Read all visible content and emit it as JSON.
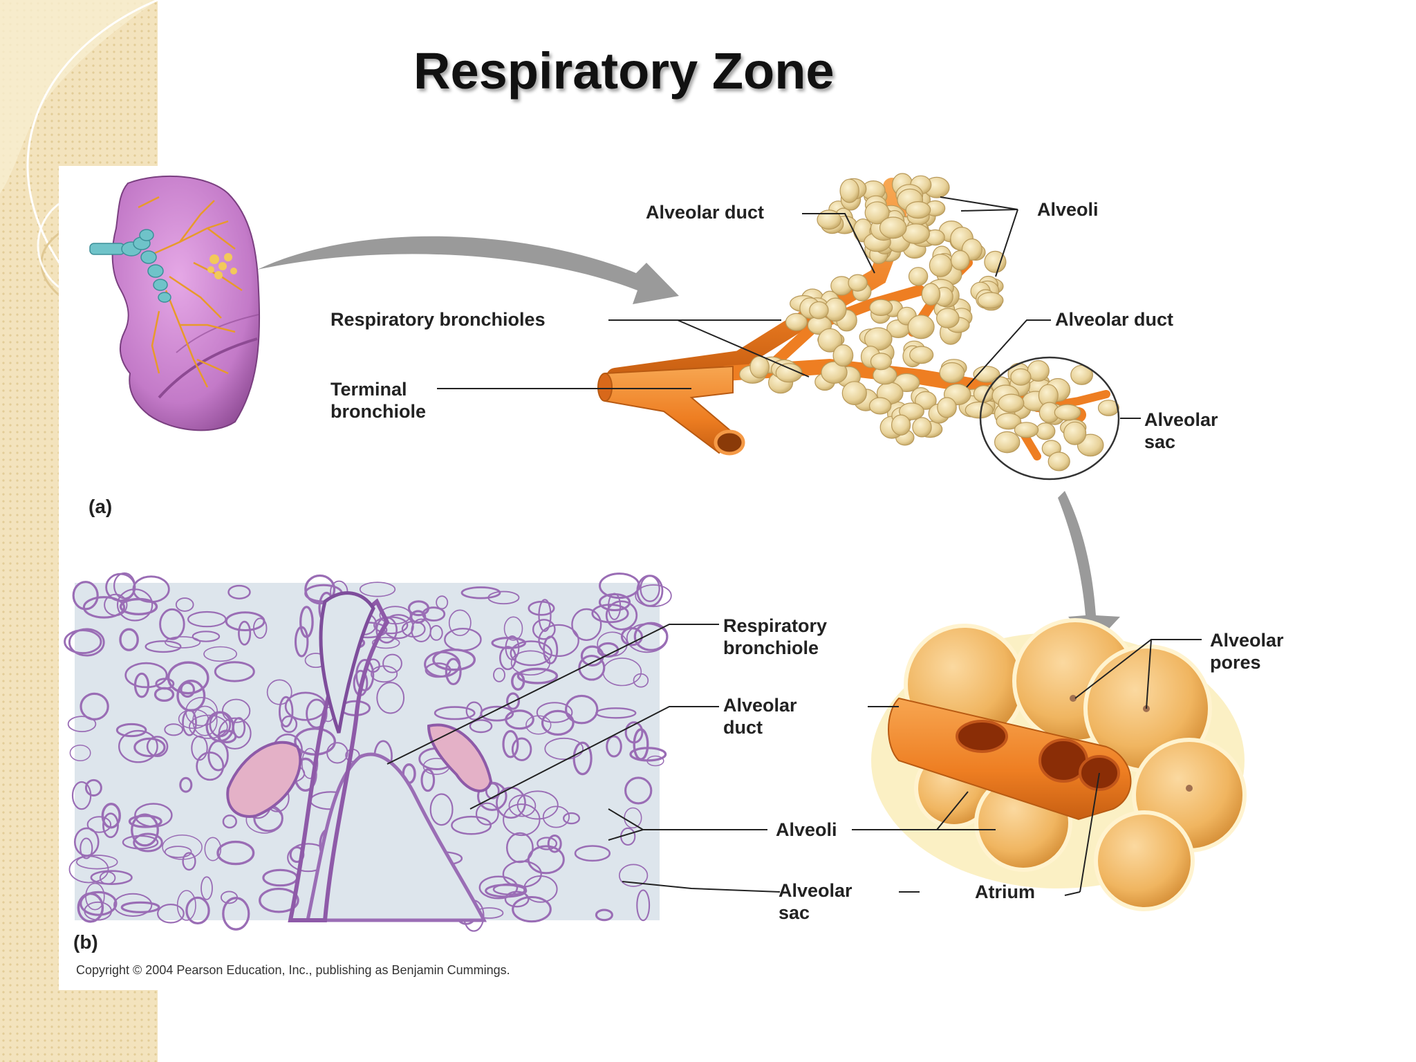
{
  "slide": {
    "title": "Respiratory Zone"
  },
  "figure": {
    "panel_a": "(a)",
    "panel_b": "(b)",
    "copyright": "Copyright © 2004 Pearson Education, Inc., publishing as Benjamin Cummings.",
    "labels": {
      "alveolar_duct_top": "Alveolar duct",
      "alveoli_top": "Alveoli",
      "respiratory_bronchioles": "Respiratory bronchioles",
      "alveolar_duct_right": "Alveolar duct",
      "terminal_bronchiole": [
        "Terminal",
        "bronchiole"
      ],
      "alveolar_sac_top": [
        "Alveolar",
        "sac"
      ],
      "respiratory_bronchiole_b": [
        "Respiratory",
        "bronchiole"
      ],
      "alveolar_duct_b": [
        "Alveolar",
        "duct"
      ],
      "alveoli_b": "Alveoli",
      "alveolar_sac_b": [
        "Alveolar",
        "sac"
      ],
      "alveolar_pores": [
        "Alveolar",
        "pores"
      ],
      "atrium": "Atrium"
    }
  },
  "colors": {
    "sidebar": "#f3e3bd",
    "lung": "#c77ac9",
    "bronchiole": "#f08a2c",
    "alveolus": "#f0dfa9",
    "histology_bg": "#dbe3ea",
    "tissue": "#9a6db5"
  }
}
